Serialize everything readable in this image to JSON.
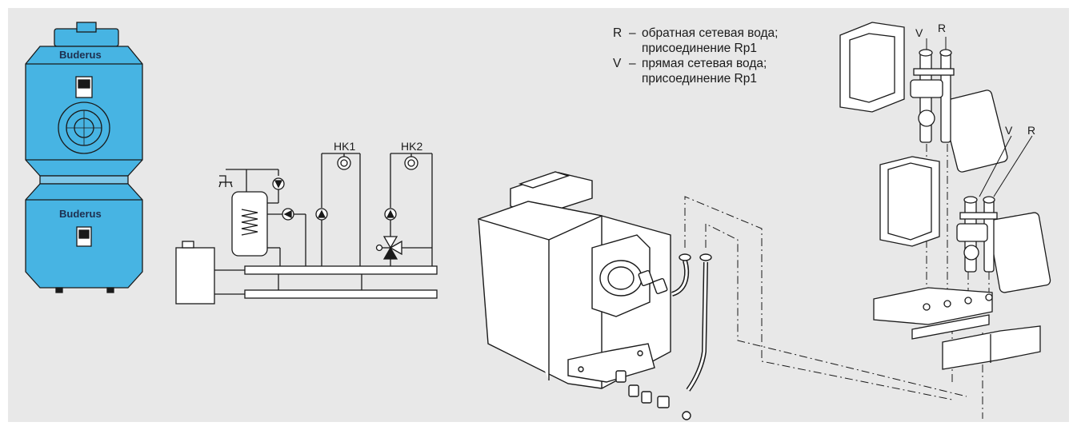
{
  "boiler": {
    "brand_top": "Buderus",
    "brand_bottom": "Buderus"
  },
  "schematic": {
    "circuit1": "HK1",
    "circuit2": "HK2"
  },
  "legend": [
    {
      "key": "R",
      "dash": "–",
      "line1": "обратная сетевая вода;",
      "line2": "присоединение Rp1"
    },
    {
      "key": "V",
      "dash": "–",
      "line1": "прямая сетевая вода;",
      "line2": "присоединение Rp1"
    }
  ],
  "assembly": {
    "upper_v": "V",
    "upper_r": "R",
    "lower_v": "V",
    "lower_r": "R"
  },
  "colors": {
    "boiler_blue": "#47b4e3",
    "outline": "#1a1a1a",
    "background": "#e8e8e8"
  }
}
